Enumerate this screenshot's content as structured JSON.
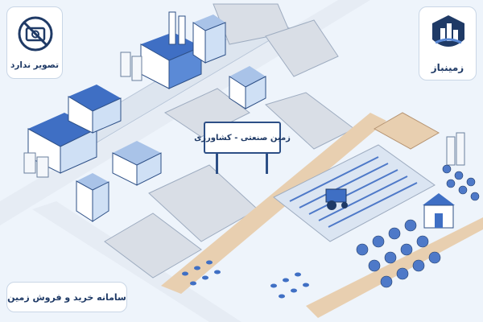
{
  "badges": {
    "no_image": {
      "label": "تصویر ندارد",
      "icon": "no-camera-icon"
    },
    "brand": {
      "name": "زمینباز",
      "icon": "city-logo-icon"
    },
    "system": {
      "label": "سامانه خرید و فروش زمین"
    }
  },
  "billboard": {
    "text": "زمین صنعتی - کشاورزی"
  },
  "colors": {
    "navy": "#1f3a66",
    "blue": "#3f6fc4",
    "light_blue": "#cfe0f5",
    "road": "#e6ecf4",
    "lot": "#d9dee6",
    "dirt": "#e8cfb0",
    "tree": "#4e79c8"
  }
}
